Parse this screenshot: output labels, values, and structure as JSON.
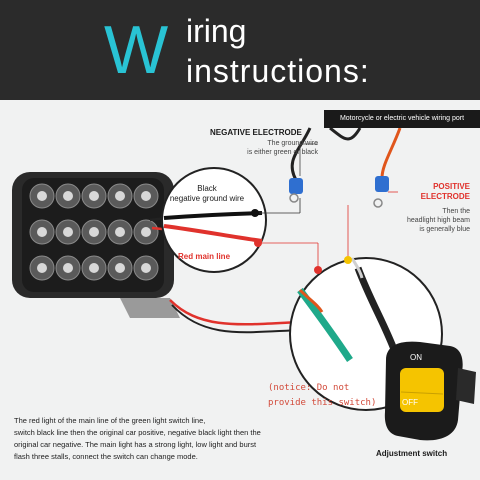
{
  "header": {
    "big_letter": "W",
    "title_line1": "iring",
    "title_line2": "instructions:"
  },
  "port_label": "Motorcycle or electric vehicle wiring port",
  "negative": {
    "title": "NEGATIVE ELECTRODE",
    "desc_line1": "The ground wire",
    "desc_line2": "is either green or black"
  },
  "positive": {
    "title_line1": "POSITIVE",
    "title_line2": "ELECTRODE",
    "desc_line1": "Then the",
    "desc_line2": "headlight high beam",
    "desc_line3": "is generally blue"
  },
  "black_wire_label": {
    "line1": "Black",
    "line2": "negative ground wire"
  },
  "red_wire_label": "Red main line",
  "notice": {
    "line1": "(notice: Do not",
    "line2": "provide this switch)"
  },
  "switch": {
    "on_label": "ON",
    "off_label": "OFF",
    "name": "Adjustment switch"
  },
  "bottom_text": {
    "line1": "The red light of the main line of the green light switch line,",
    "line2": "switch black line then the original car positive, negative black light then the",
    "line3": "original car negative. The main light has a strong light, low light and burst",
    "line4": "flash three stalls, connect the switch can change mode."
  },
  "colors": {
    "header_bg": "#2b2b2b",
    "accent_cyan": "#29c3d4",
    "positive_red": "#e0322c",
    "wire_orange": "#e0561c",
    "wire_green": "#1fa98a",
    "switch_yellow": "#f5c400"
  }
}
